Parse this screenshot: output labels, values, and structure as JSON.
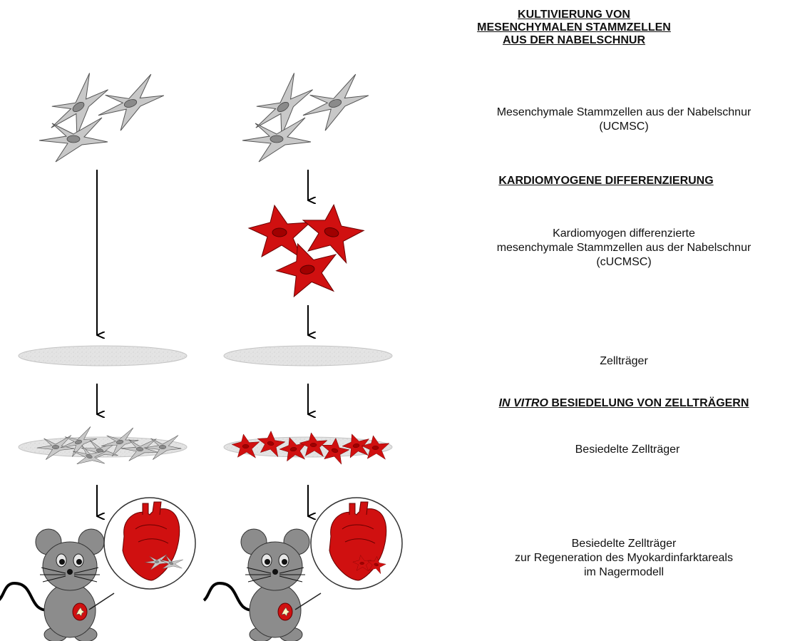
{
  "header_culture": [
    "KULTIVIERUNG VON",
    "MESENCHYMALEN STAMMZELLEN",
    "AUS DER NABELSCHNUR"
  ],
  "label_ucmsc": [
    "Mesenchymale Stammzellen aus der Nabelschnur",
    "(UCMSC)"
  ],
  "header_differentiation": "KARDIOMYOGENE DIFFERENZIERUNG",
  "label_cucmsc": [
    "Kardiomyogen differenzierte",
    "mesenchymale Stammzellen aus der Nabelschnur",
    "(cUCMSC)"
  ],
  "label_scaffold": "Zellträger",
  "header_seeding": {
    "italic": "IN VITRO",
    "rest": " BESIEDELUNG VON ZELLTRÄGERN"
  },
  "label_seeded": "Besiedelte Zellträger",
  "label_regeneration": [
    "Besiedelte Zellträger",
    "zur Regeneration des Myokardinfarktareals",
    "im Nagermodell"
  ],
  "colors": {
    "stem_cell": "#c8c8c8",
    "cardio_cell": "#d01010",
    "scaffold": "#e2e2e2",
    "mouse": "#8c8c8c",
    "heart": "#d01010"
  }
}
